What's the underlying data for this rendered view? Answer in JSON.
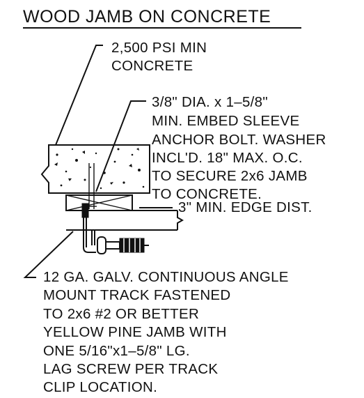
{
  "title": "WOOD JAMB ON CONCRETE",
  "notes": {
    "concrete": [
      "2,500 PSI MIN",
      "CONCRETE"
    ],
    "anchor": [
      "3/8\" DIA. x 1–5/8\"",
      "MIN. EMBED SLEEVE",
      "ANCHOR BOLT. WASHER",
      "INCL'D.   18\" MAX. O.C.",
      "TO SECURE 2x6 JAMB",
      "TO CONCRETE."
    ],
    "edge": "3\" MIN. EDGE DIST.",
    "track": [
      "12 GA. GALV. CONTINUOUS ANGLE",
      "MOUNT TRACK FASTENED",
      "TO 2x6 #2 OR BETTER",
      "YELLOW PINE JAMB WITH",
      "ONE 5/16\"x1–5/8\" LG.",
      "LAG SCREW PER TRACK",
      "CLIP LOCATION."
    ]
  }
}
